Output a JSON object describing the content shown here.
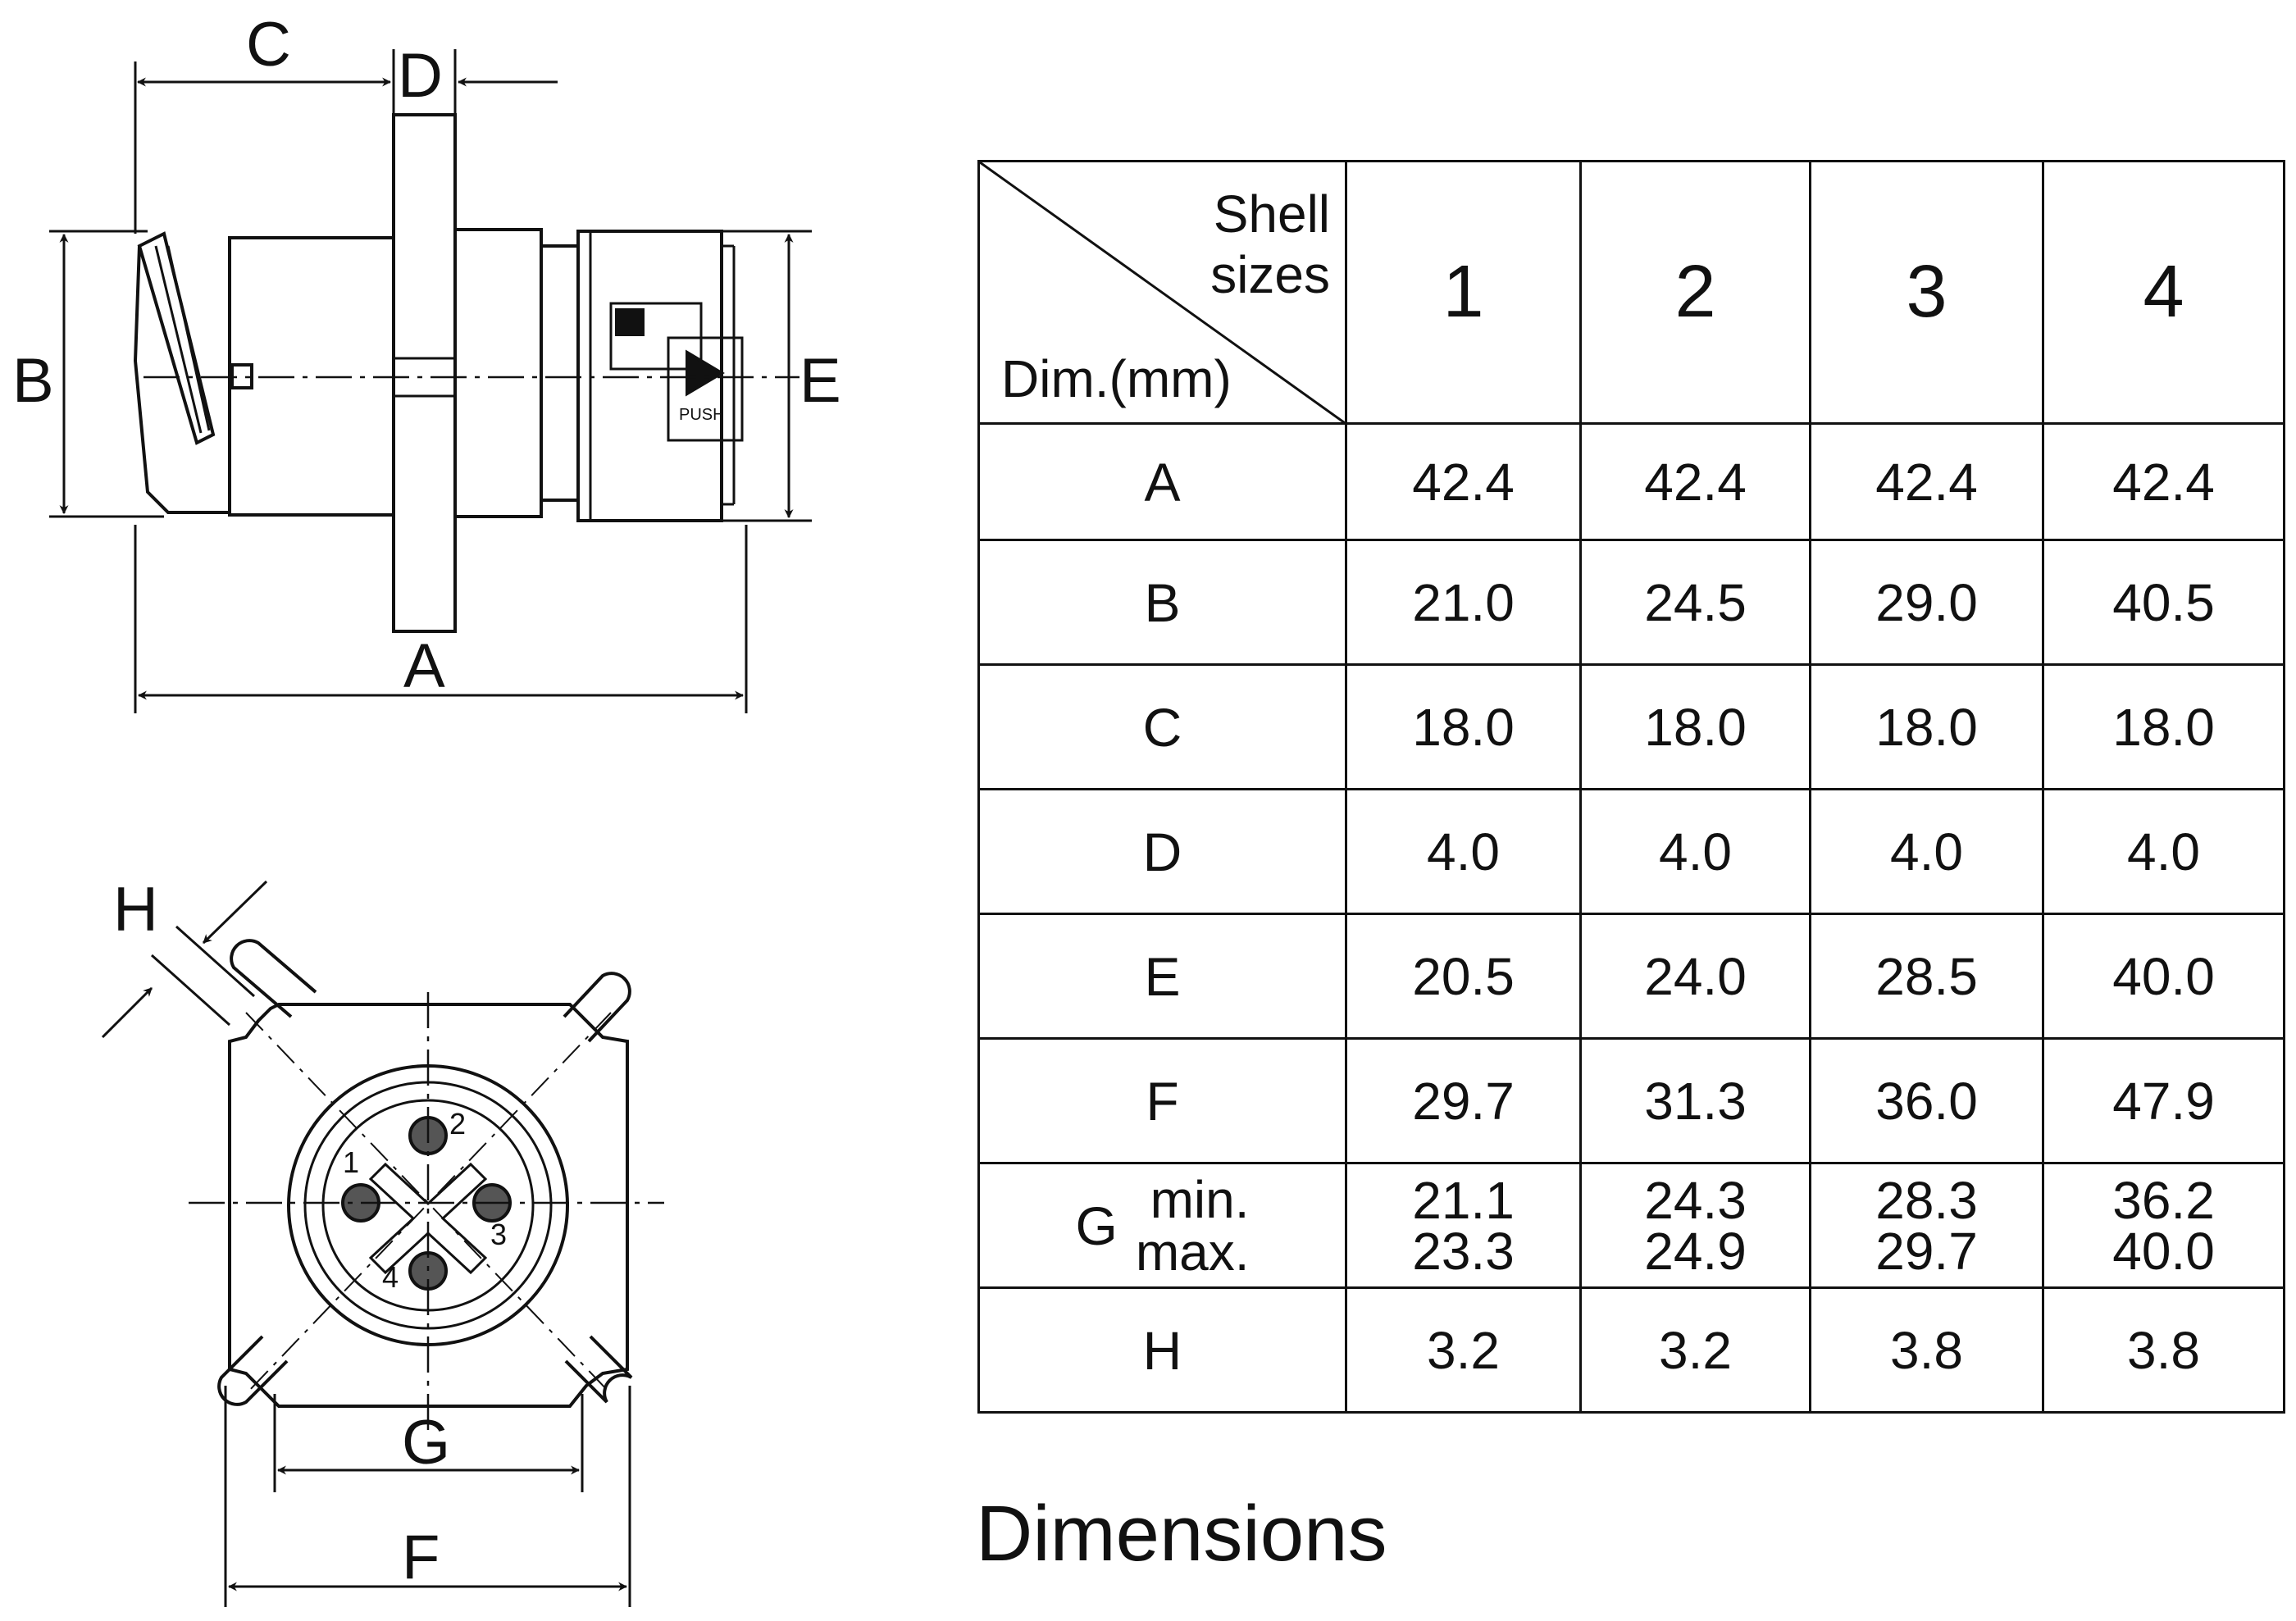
{
  "side_view": {
    "labels": {
      "C": "C",
      "D": "D",
      "B": "B",
      "E": "E",
      "A": "A"
    },
    "push_mark": "PUSH"
  },
  "front_view": {
    "labels": {
      "H": "H",
      "G": "G",
      "F": "F"
    },
    "pin_numbers": [
      "1",
      "2",
      "3",
      "4"
    ]
  },
  "table": {
    "header_shell_lines": [
      "Shell",
      "sizes"
    ],
    "header_dim": "Dim.(mm)",
    "shell_sizes": [
      "1",
      "2",
      "3",
      "4"
    ],
    "rows": [
      {
        "dim": "A",
        "values": [
          "42.4",
          "42.4",
          "42.4",
          "42.4"
        ]
      },
      {
        "dim": "B",
        "values": [
          "21.0",
          "24.5",
          "29.0",
          "40.5"
        ]
      },
      {
        "dim": "C",
        "values": [
          "18.0",
          "18.0",
          "18.0",
          "18.0"
        ]
      },
      {
        "dim": "D",
        "values": [
          "4.0",
          "4.0",
          "4.0",
          "4.0"
        ]
      },
      {
        "dim": "E",
        "values": [
          "20.5",
          "24.0",
          "28.5",
          "40.0"
        ]
      },
      {
        "dim": "F",
        "values": [
          "29.7",
          "31.3",
          "36.0",
          "47.9"
        ]
      },
      {
        "dim": "G",
        "sub_labels": [
          "min.",
          "max."
        ],
        "min": [
          "21.1",
          "24.3",
          "28.3",
          "36.2"
        ],
        "max": [
          "23.3",
          "24.9",
          "29.7",
          "40.0"
        ]
      },
      {
        "dim": "H",
        "values": [
          "3.2",
          "3.2",
          "3.8",
          "3.8"
        ]
      }
    ]
  },
  "caption": "Dimensions"
}
